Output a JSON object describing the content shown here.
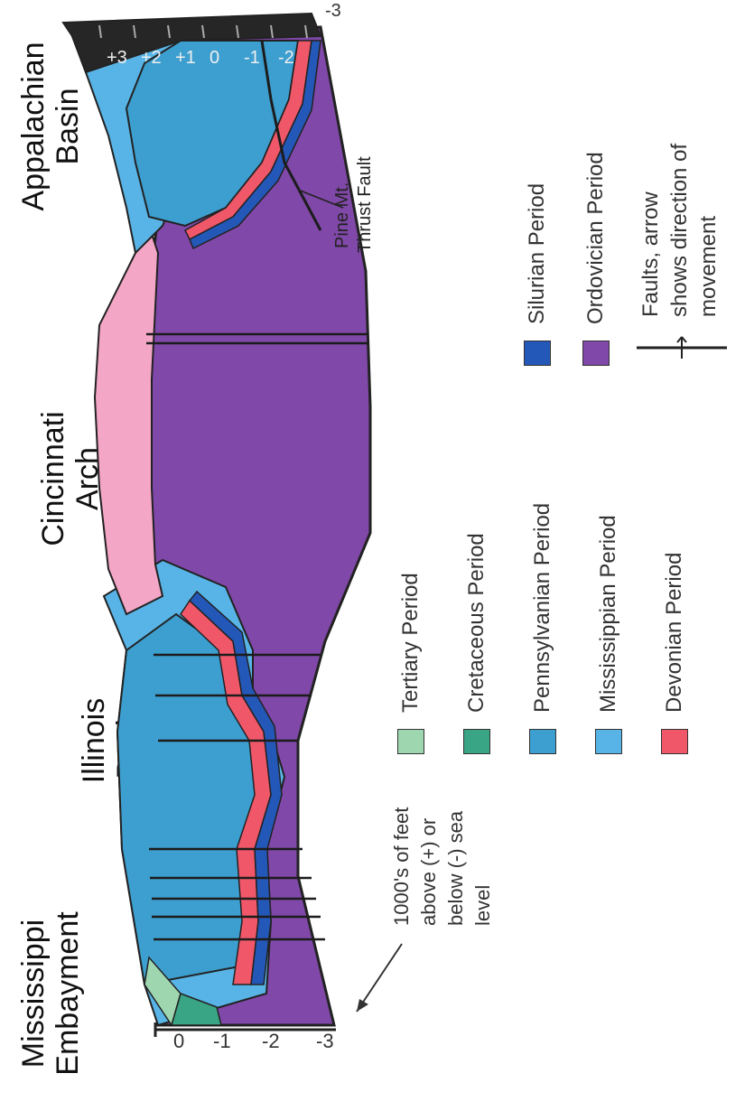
{
  "regions": [
    {
      "lines": [
        "Mississippi",
        "Embayment"
      ]
    },
    {
      "lines": [
        "Illinois",
        "Basin"
      ]
    },
    {
      "lines": [
        "Cincinnati",
        "Arch"
      ]
    },
    {
      "lines": [
        "Appalachian",
        "Basin"
      ]
    }
  ],
  "scale_left": [
    "0",
    "-1",
    "-2",
    "-3"
  ],
  "scale_right": [
    "+3",
    "+2",
    "+1",
    "0",
    "-1",
    "-2",
    "-3"
  ],
  "sea_level_note": [
    "1000's of feet",
    "above (+) or",
    "below (-) sea",
    "level"
  ],
  "fault_annotation": [
    "Pine Mt.",
    "Thrust Fault"
  ],
  "legend": {
    "periods": [
      {
        "label": "Tertiary Period",
        "color": "#9ed6b0"
      },
      {
        "label": "Cretaceous Period",
        "color": "#3aa585"
      },
      {
        "label": "Pennsylvanian Period",
        "color": "#3d9fd0"
      },
      {
        "label": "Mississippian Period",
        "color": "#58b4e6"
      },
      {
        "label": "Devonian Period",
        "color": "#f0586a"
      },
      {
        "label": "Silurian Period",
        "color": "#2458b8"
      },
      {
        "label": "Ordovician Period",
        "color": "#8048a8"
      }
    ],
    "faults": [
      "Faults, arrow",
      "shows direction of",
      "movement"
    ]
  },
  "colors": {
    "top_surface_pink": "#f4a6c6",
    "dark_back_face": "#262626",
    "outline": "#222222"
  }
}
